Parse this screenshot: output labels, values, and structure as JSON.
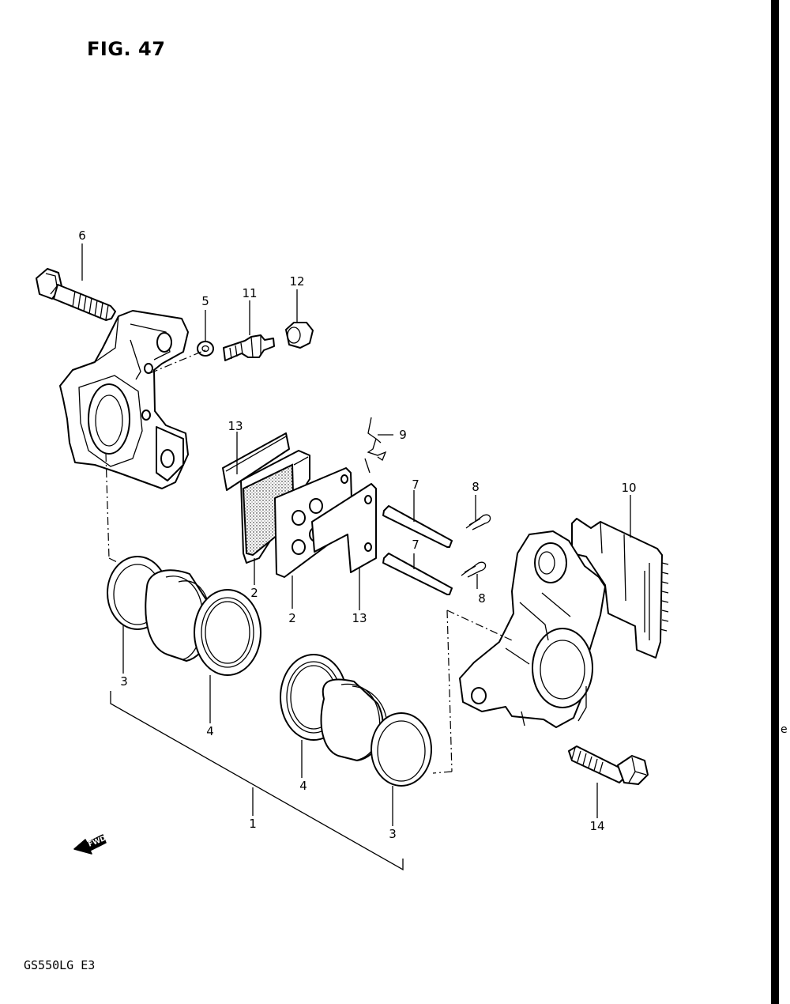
{
  "figure": {
    "title": "FIG. 47",
    "model_code": "GS550LG  E3",
    "edge_mark": "e"
  },
  "callouts": {
    "c1": "1",
    "c2a": "2",
    "c2b": "2",
    "c3a": "3",
    "c3b": "3",
    "c4a": "4",
    "c4b": "4",
    "c5": "5",
    "c6": "6",
    "c7a": "7",
    "c7b": "7",
    "c8a": "8",
    "c8b": "8",
    "c9": "9",
    "c10": "10",
    "c11": "11",
    "c12": "12",
    "c13a": "13",
    "c13b": "13",
    "c14": "14"
  },
  "fwd_label": "FWD",
  "icons": {
    "fwd_arrow": "fwd-arrow-icon"
  }
}
